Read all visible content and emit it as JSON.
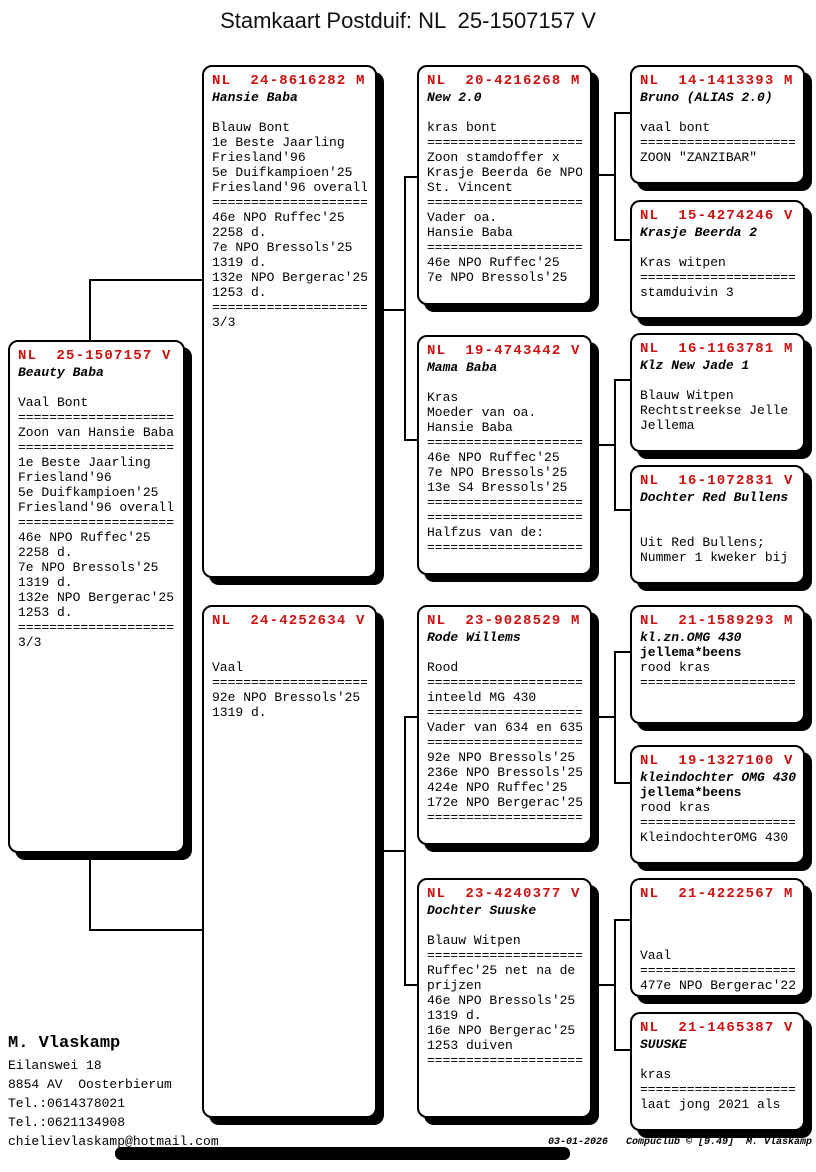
{
  "title": "Stamkaart Postduif: NL  25-1507157 V",
  "colors": {
    "ring_red": "#cc1111",
    "text": "#000000",
    "background": "#ffffff"
  },
  "boxes": {
    "main": {
      "ring": "NL  25-1507157 V",
      "name": "Beauty Baba",
      "name2": "",
      "lines": [
        "Vaal Bont",
        "====================",
        "Zoon van Hansie Baba",
        "====================",
        "1e Beste Jaarling",
        "Friesland'96",
        "5e Duifkampioen'25",
        "Friesland'96 overall",
        "====================",
        "46e NPO Ruffec'25",
        "2258 d.",
        "7e NPO Bressols'25",
        "1319 d.",
        "132e NPO Bergerac'25",
        "1253 d.",
        "====================",
        "3/3"
      ]
    },
    "father": {
      "ring": "NL  24-8616282 M",
      "name": "Hansie Baba",
      "name2": "",
      "lines": [
        "Blauw Bont",
        "1e Beste Jaarling",
        "Friesland'96",
        "5e Duifkampioen'25",
        "Friesland'96 overall",
        "====================",
        "46e NPO Ruffec'25",
        "2258 d.",
        "7e NPO Bressols'25",
        "1319 d.",
        "132e NPO Bergerac'25",
        "1253 d.",
        "====================",
        "3/3"
      ]
    },
    "mother": {
      "ring": "NL  24-4252634 V",
      "name": "",
      "name2": "",
      "lines": [
        "Vaal",
        "====================",
        "92e NPO Bressols'25",
        "1319 d."
      ]
    },
    "pgf": {
      "ring": "NL  20-4216268 M",
      "name": "New 2.0",
      "name2": "",
      "lines": [
        "kras bont",
        "====================",
        "Zoon stamdoffer x",
        "Krasje Beerda 6e NPO",
        "St. Vincent",
        "====================",
        "Vader oa.",
        "Hansie Baba",
        "====================",
        "46e NPO Ruffec'25",
        "7e NPO Bressols'25"
      ]
    },
    "pgm": {
      "ring": "NL  19-4743442 V",
      "name": "Mama Baba",
      "name2": "",
      "lines": [
        "Kras",
        "Moeder van oa.",
        "Hansie Baba",
        "====================",
        "46e NPO Ruffec'25",
        "7e NPO Bressols'25",
        "13e S4 Bressols'25",
        "====================",
        "====================",
        "Halfzus van de:",
        "===================="
      ]
    },
    "mgf": {
      "ring": "NL  23-9028529 M",
      "name": "Rode Willems",
      "name2": "",
      "lines": [
        "Rood",
        "====================",
        "inteeld MG 430",
        "====================",
        "Vader van 634 en 635",
        "====================",
        "92e NPO Bressols'25",
        "236e NPO Bressols'25",
        "424e NPO Ruffec'25",
        "172e NPO Bergerac'25",
        "===================="
      ]
    },
    "mgm": {
      "ring": "NL  23-4240377 V",
      "name": "Dochter Suuske",
      "name2": "",
      "lines": [
        "Blauw Witpen",
        "====================",
        "Ruffec'25 net na de",
        "prijzen",
        "46e NPO Bressols'25",
        "1319 d.",
        "16e NPO Bergerac'25",
        "1253 duiven",
        "===================="
      ]
    },
    "gg1": {
      "ring": "NL  14-1413393 M",
      "name": "Bruno (ALIAS 2.0)",
      "name2": "",
      "lines": [
        "vaal bont",
        "====================",
        "ZOON \"ZANZIBAR\""
      ]
    },
    "gg2": {
      "ring": "NL  15-4274246 V",
      "name": "Krasje Beerda 2",
      "name2": "",
      "lines": [
        "Kras witpen",
        "====================",
        "stamduivin 3"
      ]
    },
    "gg3": {
      "ring": "NL  16-1163781 M",
      "name": "Klz New Jade 1",
      "name2": "",
      "lines": [
        "Blauw Witpen",
        "Rechtstreekse Jelle",
        "Jellema"
      ]
    },
    "gg4": {
      "ring": "NL  16-1072831 V",
      "name": "Dochter Red Bullens",
      "name2": "",
      "lines": [
        "",
        "Uit Red Bullens;",
        "Nummer 1 kweker bij"
      ]
    },
    "gg5": {
      "ring": "NL  21-1589293 M",
      "name": "kl.zn.OMG 430",
      "name2": "jellema*beens",
      "lines": [
        "rood kras",
        "===================="
      ]
    },
    "gg6": {
      "ring": "NL  19-1327100 V",
      "name": "kleindochter OMG 430",
      "name2": "jellema*beens",
      "lines": [
        "rood kras",
        "====================",
        "KleindochterOMG 430"
      ]
    },
    "gg7": {
      "ring": "NL  21-4222567 M",
      "name": "",
      "name2": "",
      "lines": [
        "",
        "Vaal",
        "====================",
        "477e NPO Bergerac'22"
      ]
    },
    "gg8": {
      "ring": "NL  21-1465387 V",
      "name": "SUUSKE",
      "name2": "",
      "lines": [
        "kras",
        "====================",
        "laat jong 2021 als"
      ]
    }
  },
  "owner": {
    "name": "M. Vlaskamp",
    "lines": [
      "Eilanswei 18",
      "8854 AV  Oosterbierum",
      "Tel.:0614378021",
      "Tel.:0621134908",
      "chielievlaskamp@hotmail.com"
    ]
  },
  "footer": "03-01-2026   Compuclub © [9.49]  M. Vlaskamp"
}
